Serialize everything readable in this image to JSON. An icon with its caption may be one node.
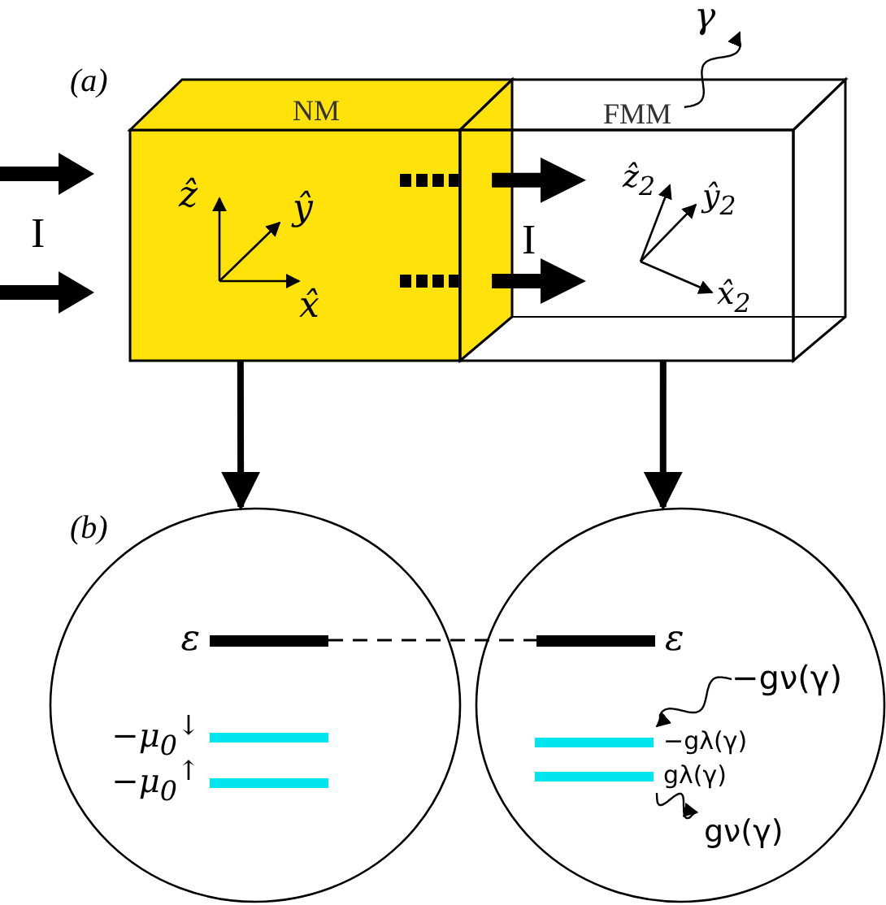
{
  "diagram": {
    "nodes": [
      {
        "text": [
          "NM"
        ]
      },
      {
        "text": [
          "FMM"
        ]
      },
      {
        "text": [],
        "shape": "circle"
      },
      {
        "text": [],
        "shape": "circle"
      },
      {
        "text": [],
        "shape": "bar",
        "in": 2,
        "beside": [
          "ε"
        ]
      },
      {
        "text": [],
        "shape": "bar",
        "in": 2,
        "beside": [
          "−μ$_{0}$$^{↓}$"
        ]
      },
      {
        "text": [],
        "shape": "bar",
        "in": 2,
        "beside": [
          "−μ$_{0}$$^{↑}$"
        ]
      },
      {
        "text": [],
        "shape": "bar",
        "in": 3,
        "beside": [
          "ε"
        ]
      },
      {
        "text": [],
        "shape": "bar",
        "in": 3,
        "beside": [
          "−gλ(γ)"
        ]
      },
      {
        "text": [],
        "shape": "bar",
        "in": 3,
        "beside": [
          "gλ(γ)"
        ]
      },
      {
        "text": [
          "−gν(γ)"
        ],
        "in": 3
      },
      {
        "text": [
          "gν(γ)"
        ],
        "in": 3
      }
    ],
    "edges": [
      {
        "from": 0,
        "to": 2,
        "arrow": "to",
        "style": "thick"
      },
      {
        "from": 1,
        "to": 3,
        "arrow": "to",
        "style": "thick"
      },
      {
        "from": 4,
        "to": 7,
        "arrow": "none",
        "style": "dashed"
      },
      {
        "from": 1,
        "to": null,
        "arrow": "to",
        "label": "γ"
      },
      {
        "from": 10,
        "to": 8,
        "arrow": "to"
      },
      {
        "from": 9,
        "to": 11,
        "arrow": "to"
      },
      {
        "from": 0,
        "to": 1,
        "arrow": "to",
        "style": "thick"
      },
      {
        "from": 0,
        "to": 1,
        "arrow": "to",
        "style": "thick"
      }
    ],
    "labels": [
      "(a)",
      "I",
      "ẑ",
      "ŷ",
      "x̂",
      "I",
      "ẑ$_{2}$",
      "ŷ$_{2}$",
      "x̂$_{2}$",
      "(b)"
    ]
  }
}
